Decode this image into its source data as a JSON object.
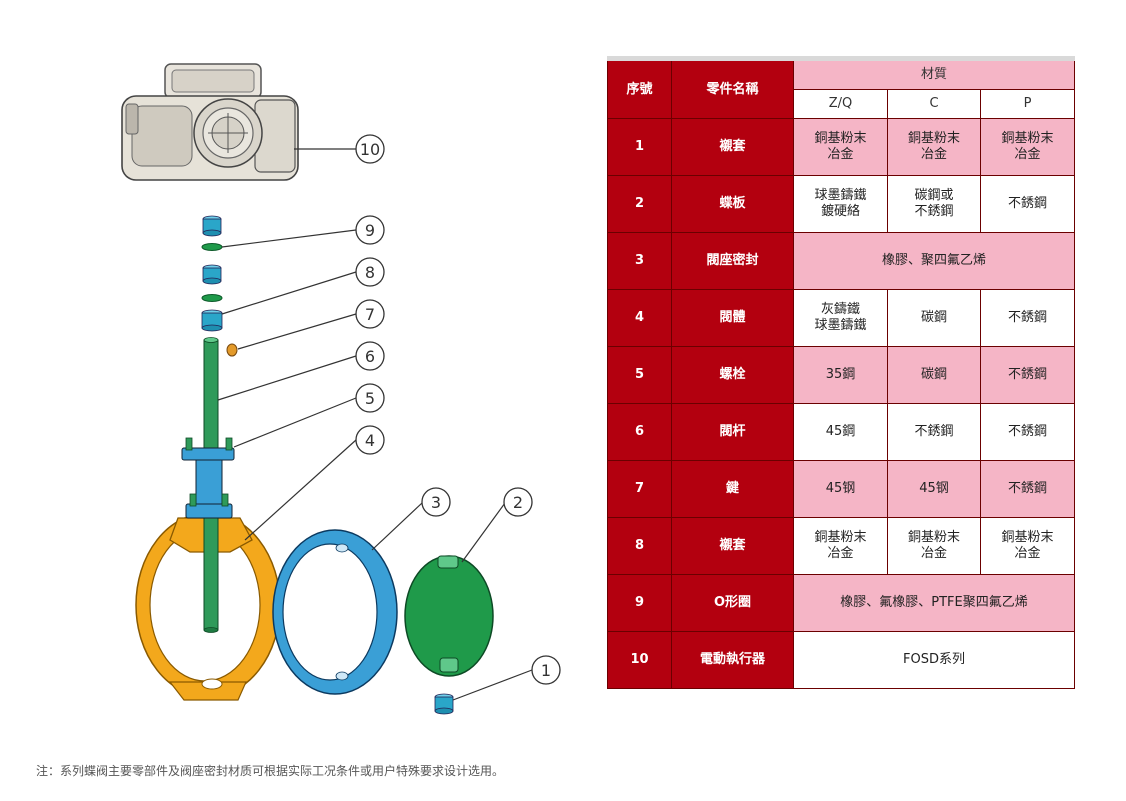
{
  "callouts": [
    "10",
    "9",
    "8",
    "7",
    "6",
    "5",
    "4",
    "3",
    "2",
    "1"
  ],
  "table": {
    "header": {
      "no": "序號",
      "name": "零件名稱",
      "material": "材質"
    },
    "grades": [
      "Z/Q",
      "C",
      "P"
    ],
    "rows": [
      {
        "no": "1",
        "name": "襯套",
        "cells": [
          "銅基粉末\n冶金",
          "銅基粉末\n冶金",
          "銅基粉末\n冶金"
        ],
        "fill": [
          "pink",
          "pink",
          "pink"
        ]
      },
      {
        "no": "2",
        "name": "蝶板",
        "cells": [
          "球墨鑄鐵\n鍍硬絡",
          "碳鋼或\n不銹鋼",
          "不銹鋼"
        ],
        "fill": [
          "white",
          "white",
          "white"
        ]
      },
      {
        "no": "3",
        "name": "閥座密封",
        "merged": "橡膠、聚四氟乙烯",
        "fill": [
          "pink"
        ]
      },
      {
        "no": "4",
        "name": "閥體",
        "cells": [
          "灰鑄鐵\n球墨鑄鐵",
          "碳鋼",
          "不銹鋼"
        ],
        "fill": [
          "white",
          "white",
          "white"
        ]
      },
      {
        "no": "5",
        "name": "螺栓",
        "cells": [
          "35鋼",
          "碳鋼",
          "不銹鋼"
        ],
        "fill": [
          "pink",
          "pink",
          "pink"
        ]
      },
      {
        "no": "6",
        "name": "閥杆",
        "cells": [
          "45鋼",
          "不銹鋼",
          "不銹鋼"
        ],
        "fill": [
          "white",
          "white",
          "white"
        ]
      },
      {
        "no": "7",
        "name": "鍵",
        "cells": [
          "45钢",
          "45钢",
          "不銹鋼"
        ],
        "fill": [
          "pink",
          "pink",
          "pink"
        ]
      },
      {
        "no": "8",
        "name": "襯套",
        "cells": [
          "銅基粉末\n冶金",
          "銅基粉末\n冶金",
          "銅基粉末\n冶金"
        ],
        "fill": [
          "white",
          "white",
          "white"
        ]
      },
      {
        "no": "9",
        "name": "O形圈",
        "merged": "橡膠、氟橡膠、PTFE聚四氟乙烯",
        "fill": [
          "pink"
        ]
      },
      {
        "no": "10",
        "name": "電動執行器",
        "merged": "FOSD系列",
        "fill": [
          "white"
        ]
      }
    ]
  },
  "note": "注：系列蝶阀主要零部件及阀座密封材质可根据实际工况条件或用户特殊要求设计选用。",
  "colors": {
    "header_red": "#b3000f",
    "pink": "#f5b5c6",
    "body_orange": "#f3a81c",
    "seat_blue": "#3a9fd6",
    "disc_green": "#1f9a4a",
    "stem_green": "#2f9a5a",
    "bushing_teal": "#2aa6c9"
  }
}
